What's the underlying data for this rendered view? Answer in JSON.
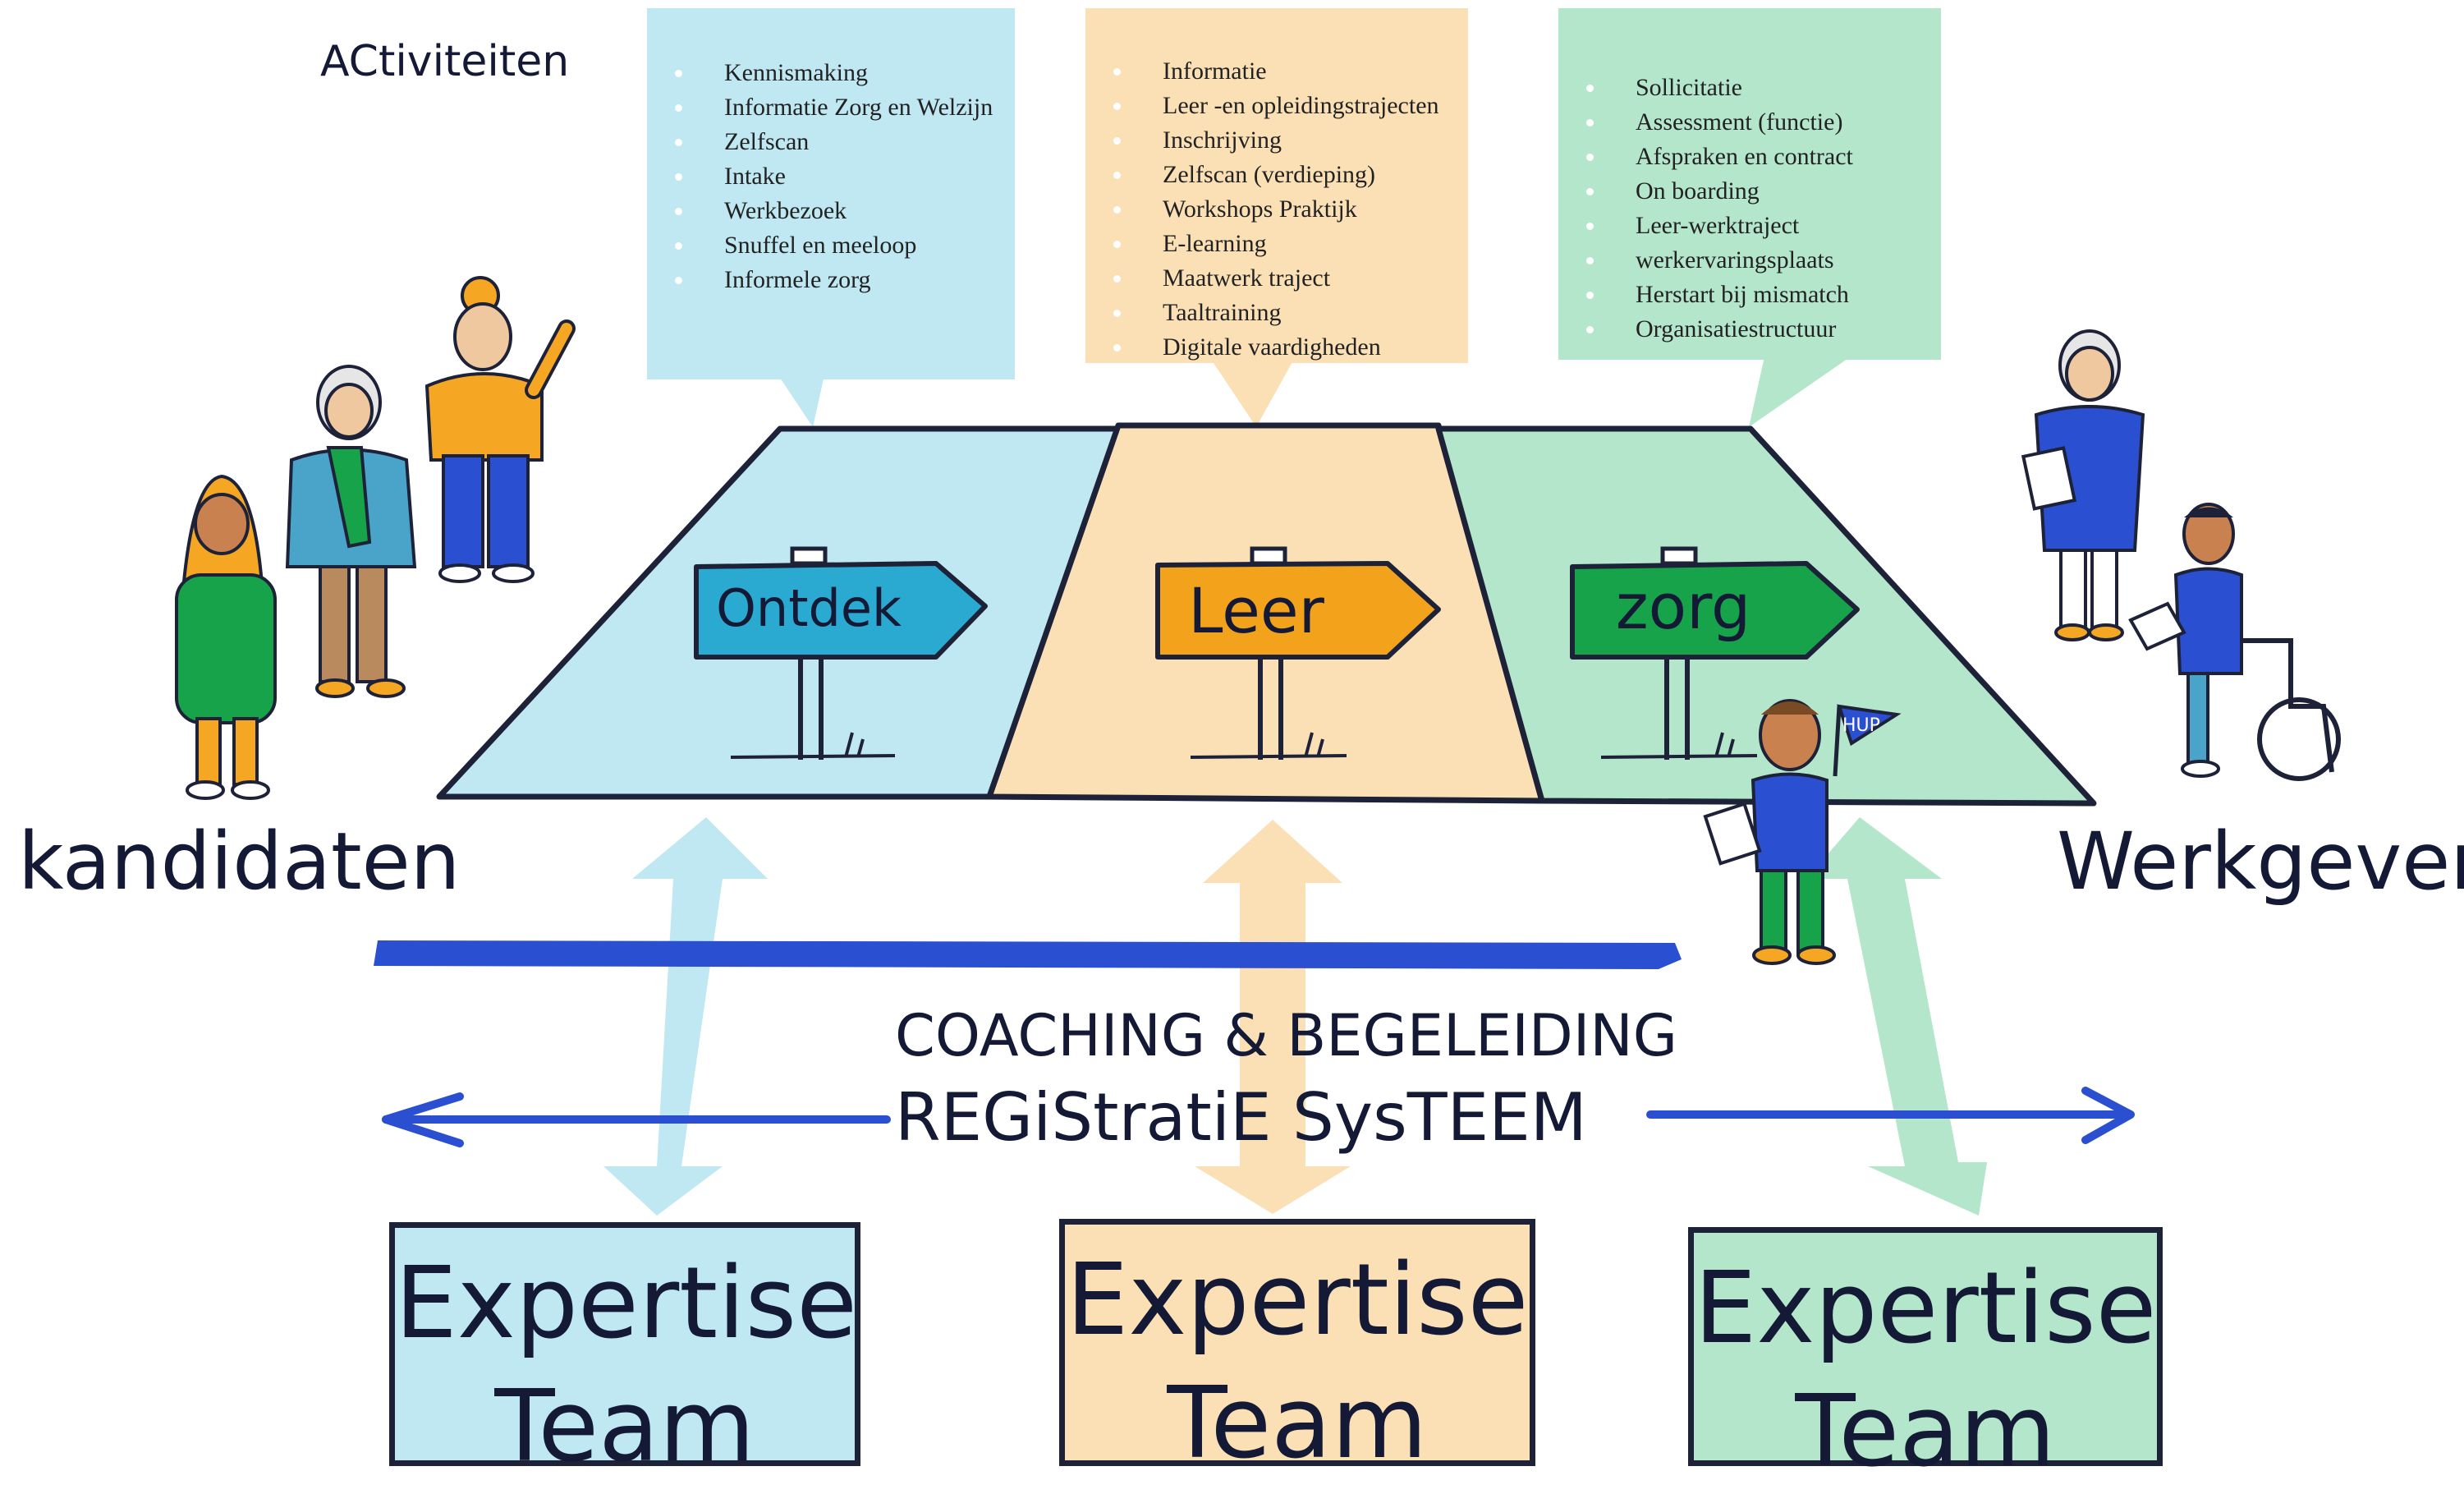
{
  "heading": "ACtiviteiten",
  "stages": [
    {
      "sign": "Ontdek",
      "color": "#bfe8f3",
      "activities": [
        "Kennismaking",
        "Informatie Zorg en Welzijn",
        "Zelfscan",
        "Intake",
        "Werkbezoek",
        "Snuffel en meeloop",
        "Informele zorg"
      ]
    },
    {
      "sign": "Leer",
      "color": "#fbe0b6",
      "activities": [
        "Informatie",
        "Leer -en opleidingstrajecten",
        "Inschrijving",
        "Zelfscan (verdieping)",
        "Workshops Praktijk",
        "E-learning",
        "Maatwerk traject",
        "Taaltraining",
        "Digitale vaardigheden"
      ]
    },
    {
      "sign": "zorg",
      "color": "#b3e6cb",
      "activities": [
        "Sollicitatie",
        "Assessment (functie)",
        "Afspraken en contract",
        "On boarding",
        "Leer-werktraject",
        "werkervaringsplaats",
        "Herstart bij mismatch",
        "Organisatiestructuur"
      ]
    }
  ],
  "left_label": "kandidaten",
  "right_label": "Werkgevers",
  "flag_text": "HUP",
  "coaching": "COACHING & BEGELEIDING",
  "registratie": "REGiStratiE SysTEEM",
  "teams": [
    {
      "line1": "Expertise",
      "line2": "Team"
    },
    {
      "line1": "Expertise",
      "line2": "Team"
    },
    {
      "line1": "Expertise",
      "line2": "Team"
    }
  ],
  "colors": {
    "ontdek": "#bfe8f3",
    "leer": "#fbe0b6",
    "zorg": "#b3e6cb",
    "sign_ontdek": "#2aa9d1",
    "sign_leer": "#f2a21b",
    "sign_zorg": "#16a34a",
    "bar_blue": "#2a4fd0",
    "ink": "#141a36"
  }
}
